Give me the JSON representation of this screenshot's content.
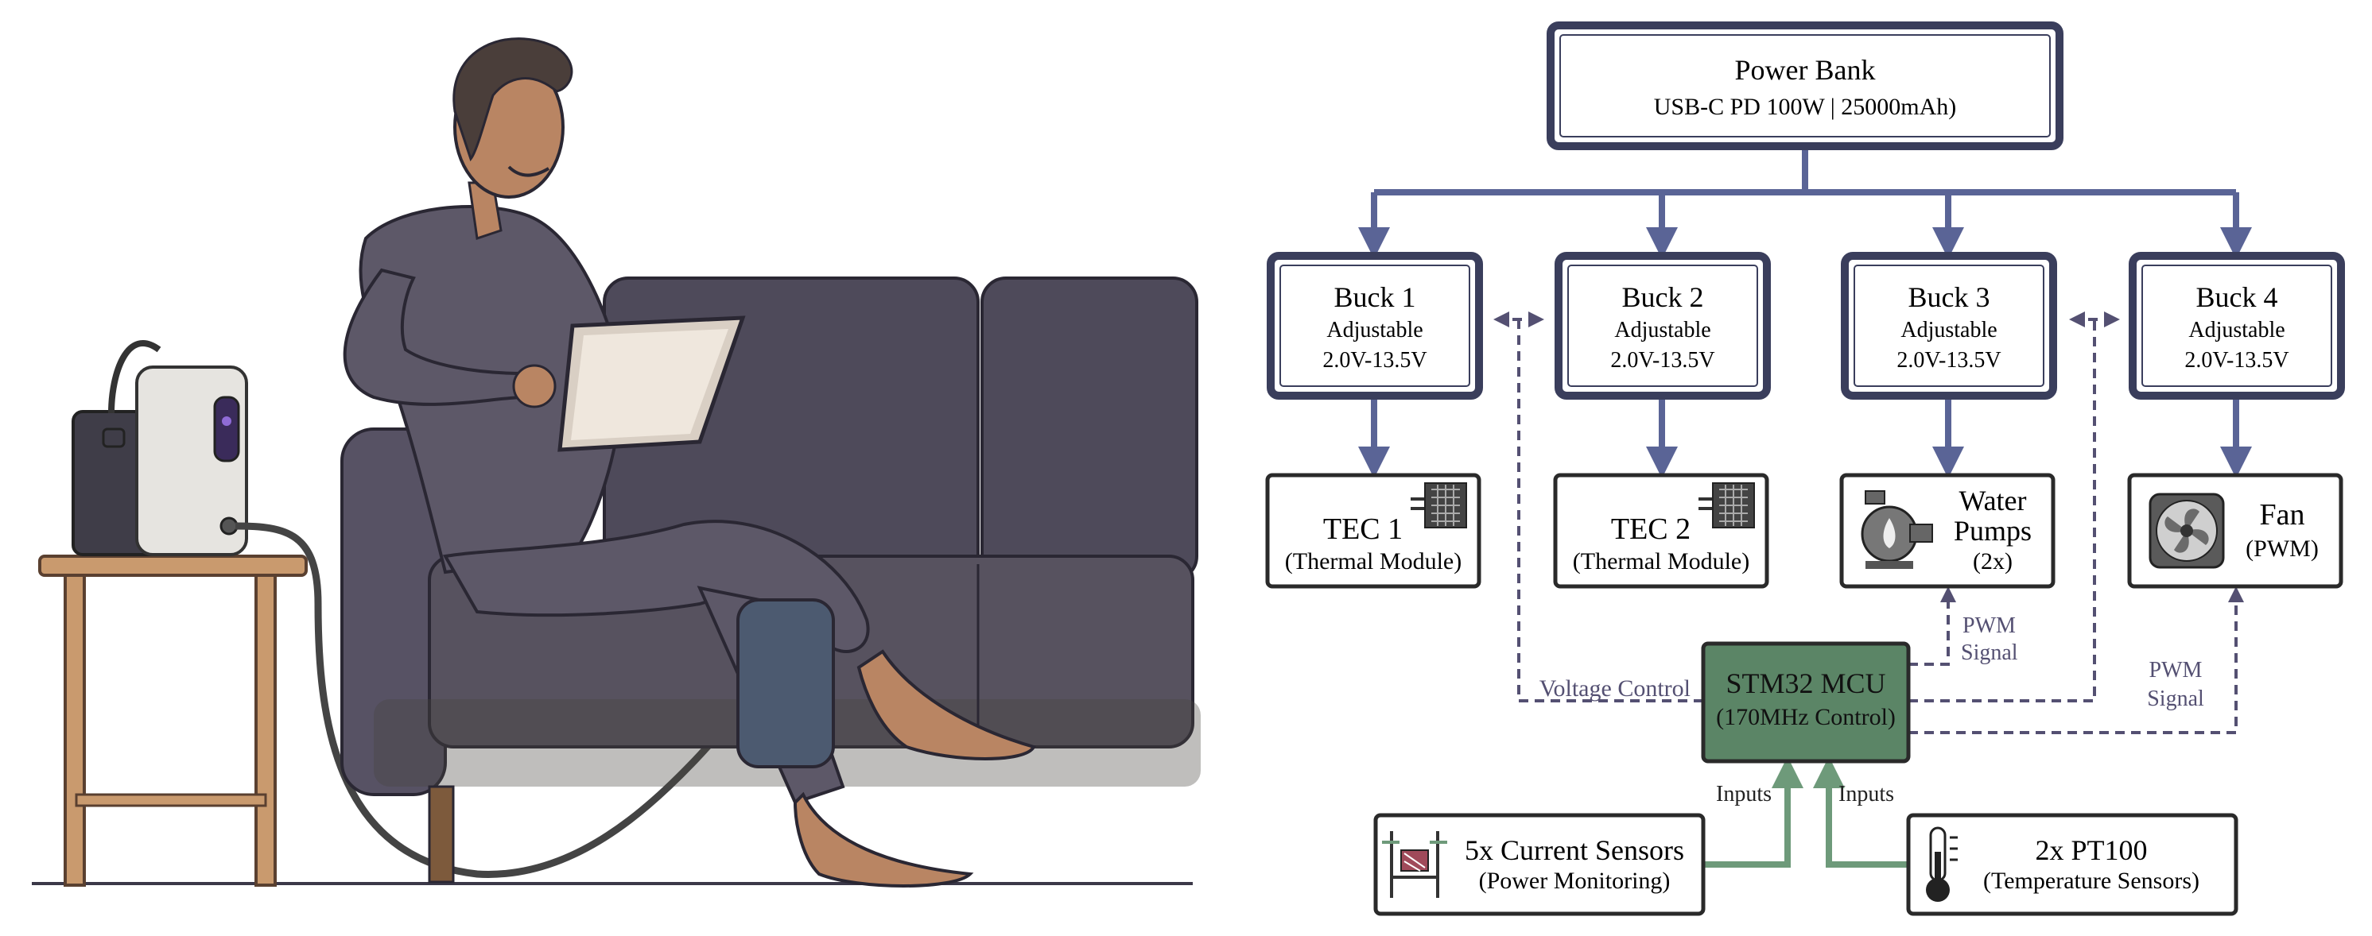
{
  "diagram": {
    "power_bank": {
      "title": "Power Bank",
      "subtitle": "USB-C PD 100W | 25000mAh)"
    },
    "bucks": [
      {
        "title": "Buck 1",
        "line1": "Adjustable",
        "line2": "2.0V-13.5V"
      },
      {
        "title": "Buck 2",
        "line1": "Adjustable",
        "line2": "2.0V-13.5V"
      },
      {
        "title": "Buck 3",
        "line1": "Adjustable",
        "line2": "2.0V-13.5V"
      },
      {
        "title": "Buck 4",
        "line1": "Adjustable",
        "line2": "2.0V-13.5V"
      }
    ],
    "loads": [
      {
        "title": "TEC 1",
        "subtitle": "(Thermal Module)",
        "icon": "peltier-module-icon"
      },
      {
        "title": "TEC 2",
        "subtitle": "(Thermal Module)",
        "icon": "peltier-module-icon"
      },
      {
        "title": "Water",
        "title2": "Pumps",
        "subtitle": "(2x)",
        "icon": "water-pump-icon"
      },
      {
        "title": "Fan",
        "subtitle": "(PWM)",
        "icon": "fan-icon"
      }
    ],
    "mcu": {
      "title": "STM32 MCU",
      "subtitle": "(170MHz Control)"
    },
    "signals": {
      "voltage_control": "Voltage Control",
      "pwm1_line1": "PWM",
      "pwm1_line2": "Signal",
      "pwm2_line1": "PWM",
      "pwm2_line2": "Signal",
      "inputs_left": "Inputs",
      "inputs_right": "Inputs"
    },
    "sensors": [
      {
        "title": "5x Current Sensors",
        "subtitle": "(Power Monitoring)",
        "icon": "current-sensor-icon"
      },
      {
        "title": "2x PT100",
        "subtitle": "(Temperature Sensors)",
        "icon": "thermometer-icon"
      }
    ]
  },
  "colors": {
    "power_line": "#5a6496",
    "control_line": "#545072",
    "sensor_line": "#6e9a7a",
    "mcu_fill": "#5b8566",
    "box_border": "#3a3e5c",
    "sofa": "#4e4a5a",
    "clothing": "#5d5868",
    "skin": "#b98563",
    "stool": "#c99a6e"
  }
}
